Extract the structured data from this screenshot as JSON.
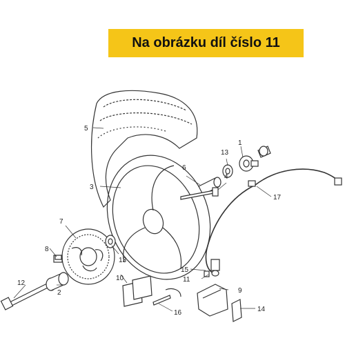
{
  "banner": {
    "text": "Na obrázku díl číslo 11",
    "color": "#f5c518"
  },
  "callouts": [
    "1",
    "2",
    "3",
    "4",
    "5",
    "6",
    "7",
    "8",
    "9",
    "10",
    "11",
    "12",
    "13",
    "13",
    "14",
    "15",
    "16",
    "17"
  ]
}
